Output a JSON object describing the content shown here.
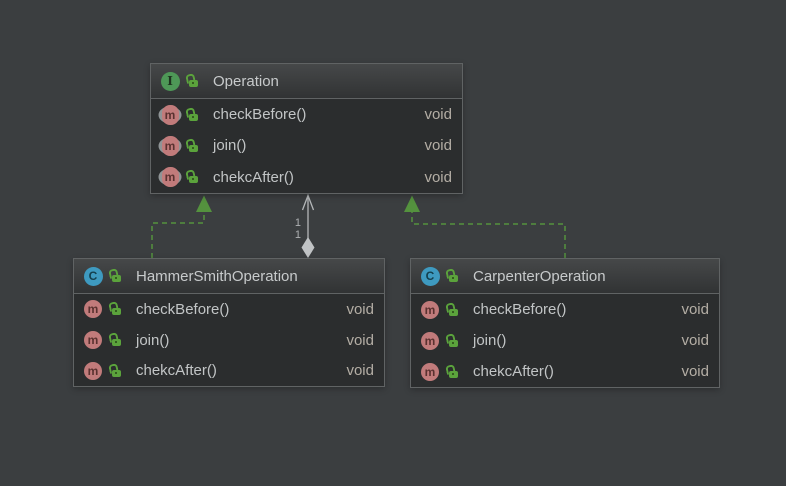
{
  "canvas": {
    "background": "#3b3e40"
  },
  "colors": {
    "node_body": "#2b2d2e",
    "node_header_top": "#464849",
    "node_header_bottom": "#313334",
    "node_border": "#606364",
    "title_text": "#c7cacb",
    "member_text": "#c2c5c6",
    "type_text": "#b4aea5",
    "realization_green": "#54923e",
    "association_gray": "#b4b7b9",
    "interface_icon": "#4e9857",
    "class_icon": "#3e9ac0",
    "method_icon": "#c17b7b",
    "lock_icon": "#5ba33c"
  },
  "nodes": [
    {
      "id": "operation",
      "kind": "interface",
      "kind_letter": "I",
      "title": "Operation",
      "methods": [
        {
          "icon": "abstract-method-icon",
          "letter": "m",
          "name": "checkBefore()",
          "return_type": "void"
        },
        {
          "icon": "abstract-method-icon",
          "letter": "m",
          "name": "join()",
          "return_type": "void"
        },
        {
          "icon": "abstract-method-icon",
          "letter": "m",
          "name": "chekcAfter()",
          "return_type": "void"
        }
      ]
    },
    {
      "id": "hammersmith-operation",
      "kind": "class",
      "kind_letter": "C",
      "title": "HammerSmithOperation",
      "methods": [
        {
          "icon": "method-icon",
          "letter": "m",
          "name": "checkBefore()",
          "return_type": "void"
        },
        {
          "icon": "method-icon",
          "letter": "m",
          "name": "join()",
          "return_type": "void"
        },
        {
          "icon": "method-icon",
          "letter": "m",
          "name": "chekcAfter()",
          "return_type": "void"
        }
      ]
    },
    {
      "id": "carpenter-operation",
      "kind": "class",
      "kind_letter": "C",
      "title": "CarpenterOperation",
      "methods": [
        {
          "icon": "method-icon",
          "letter": "m",
          "name": "checkBefore()",
          "return_type": "void"
        },
        {
          "icon": "method-icon",
          "letter": "m",
          "name": "join()",
          "return_type": "void"
        },
        {
          "icon": "method-icon",
          "letter": "m",
          "name": "chekcAfter()",
          "return_type": "void"
        }
      ]
    }
  ],
  "edges": [
    {
      "type": "realization",
      "from": "HammerSmithOperation",
      "to": "Operation",
      "style": "green-dashed-triangle"
    },
    {
      "type": "association-aggregation",
      "from": "HammerSmithOperation",
      "to": "Operation",
      "labels": [
        "1",
        "1"
      ],
      "style": "gray-solid-diamond"
    },
    {
      "type": "realization",
      "from": "CarpenterOperation",
      "to": "Operation",
      "style": "green-dashed-triangle"
    }
  ]
}
